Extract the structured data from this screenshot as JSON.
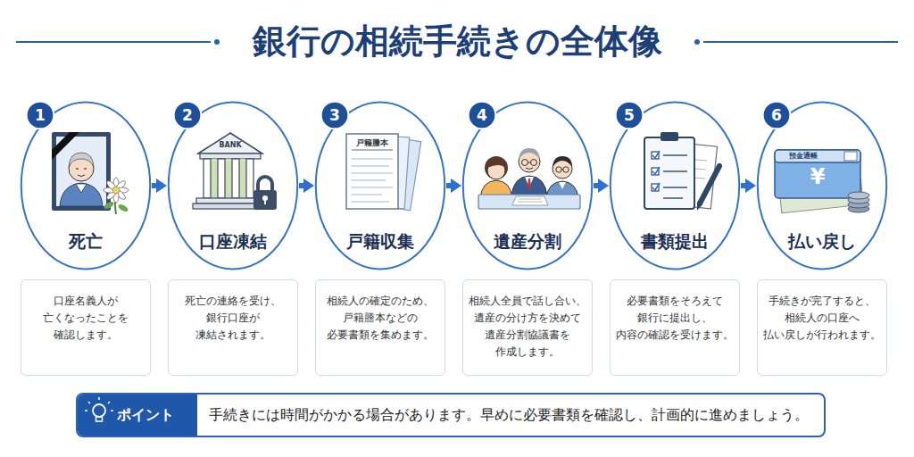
{
  "diagram": {
    "title": "銀行の相続手続きの全体像",
    "nodes": [
      {
        "text": [
          "死亡"
        ]
      },
      {
        "text": [
          "1"
        ],
        "in": 0
      },
      {
        "text": [
          "口座名義人が 亡くなったことを 確認します。"
        ]
      },
      {
        "text": [
          "口座凍結"
        ]
      },
      {
        "text": [
          "2"
        ],
        "in": 3
      },
      {
        "text": [
          "死亡の連絡を受け、 銀行口座が 凍結されます。"
        ]
      },
      {
        "text": [
          "戸籍収集"
        ]
      },
      {
        "text": [
          "3"
        ],
        "in": 6
      },
      {
        "text": [
          "相続人の確定のため、 戸籍謄本などの 必要書類を集めます。"
        ]
      },
      {
        "text": [
          "遺産分割"
        ]
      },
      {
        "text": [
          "4"
        ],
        "in": 9
      },
      {
        "text": [
          "相続人全員で話し合い、 遺産の分け方を決めて 遺産分割協議書を 作成します。"
        ]
      },
      {
        "text": [
          "書類提出"
        ]
      },
      {
        "text": [
          "5"
        ],
        "in": 12
      },
      {
        "text": [
          "必要書類をそろえて 銀行に提出し、 内容の確認を受けます。"
        ]
      },
      {
        "text": [
          "払い戻し"
        ]
      },
      {
        "text": [
          "6"
        ],
        "in": 15
      },
      {
        "text": [
          "手続きが完了すると、 相続人の口座へ 払い戻しが行われます。"
        ]
      },
      {
        "text": [
          "手続きには時間がかかる場合があります。早めに必要書類を確認し、計画的に進めましょう。"
        ]
      },
      {
        "text": [
          "ポイント"
        ],
        "in": 18
      }
    ],
    "edges": [
      {
        "from": 0,
        "to": 3,
        "arrow": "to"
      },
      {
        "from": 3,
        "to": 6,
        "arrow": "to"
      },
      {
        "from": 6,
        "to": 9,
        "arrow": "to"
      },
      {
        "from": 9,
        "to": 12,
        "arrow": "to"
      },
      {
        "from": 12,
        "to": 15,
        "arrow": "to"
      }
    ],
    "labels": [
      "BANK",
      "戸籍謄本",
      "預金通帳",
      "¥"
    ]
  }
}
